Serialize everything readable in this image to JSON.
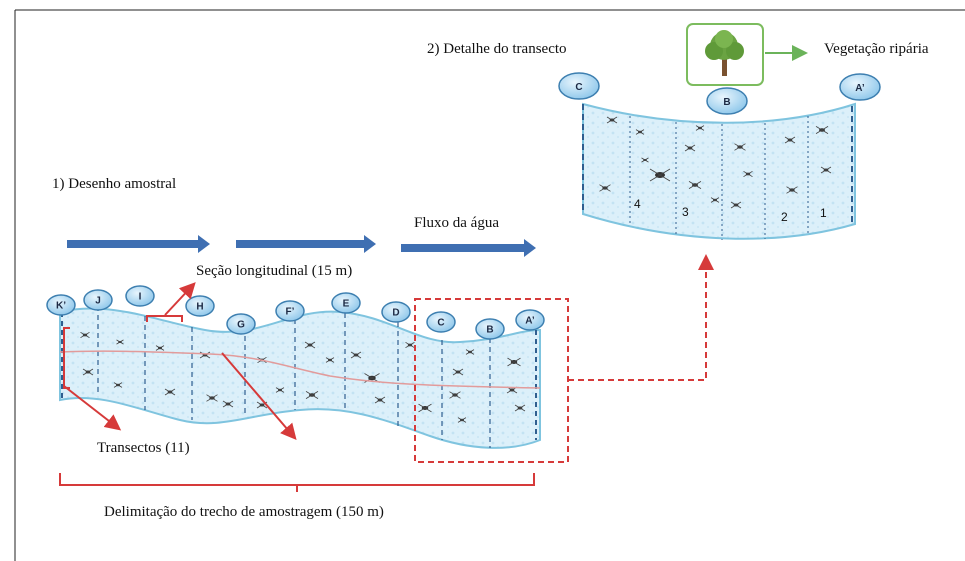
{
  "section_titles": {
    "detail": "2) Detalhe do transecto",
    "sampling": "1) Desenho amostral"
  },
  "labels": {
    "riparian": "Vegetação ripária",
    "flow": "Fluxo da água",
    "longitudinal": "Seção longitudinal (15 m)",
    "transects": "Transectos (11)",
    "delimitation": "Delimitação do trecho de amostragem  (150 m)"
  },
  "detail_markers": [
    {
      "id": "C",
      "label": "C"
    },
    {
      "id": "B",
      "label": "B"
    },
    {
      "id": "A",
      "label": "A’"
    }
  ],
  "detail_numbers": [
    "4",
    "3",
    "2",
    "1"
  ],
  "main_markers": [
    {
      "id": "K",
      "label": "K’"
    },
    {
      "id": "J",
      "label": "J"
    },
    {
      "id": "I",
      "label": "I"
    },
    {
      "id": "H",
      "label": "H"
    },
    {
      "id": "G",
      "label": "G"
    },
    {
      "id": "F",
      "label": "F’"
    },
    {
      "id": "E",
      "label": "E"
    },
    {
      "id": "D",
      "label": "D"
    },
    {
      "id": "C",
      "label": "C"
    },
    {
      "id": "B",
      "label": "B"
    },
    {
      "id": "A",
      "label": "A’"
    }
  ],
  "colors": {
    "river_fill": "#d9eef8",
    "river_edge": "#7fc4df",
    "marker_fill": "#a9d6f0",
    "marker_edge": "#3d7fb0",
    "flow_arrow": "#3f6fb2",
    "red": "#d63a3a",
    "green": "#6bb35a",
    "transect_line": "#2f5e8f"
  },
  "icons": {
    "tree": "tree-icon"
  }
}
